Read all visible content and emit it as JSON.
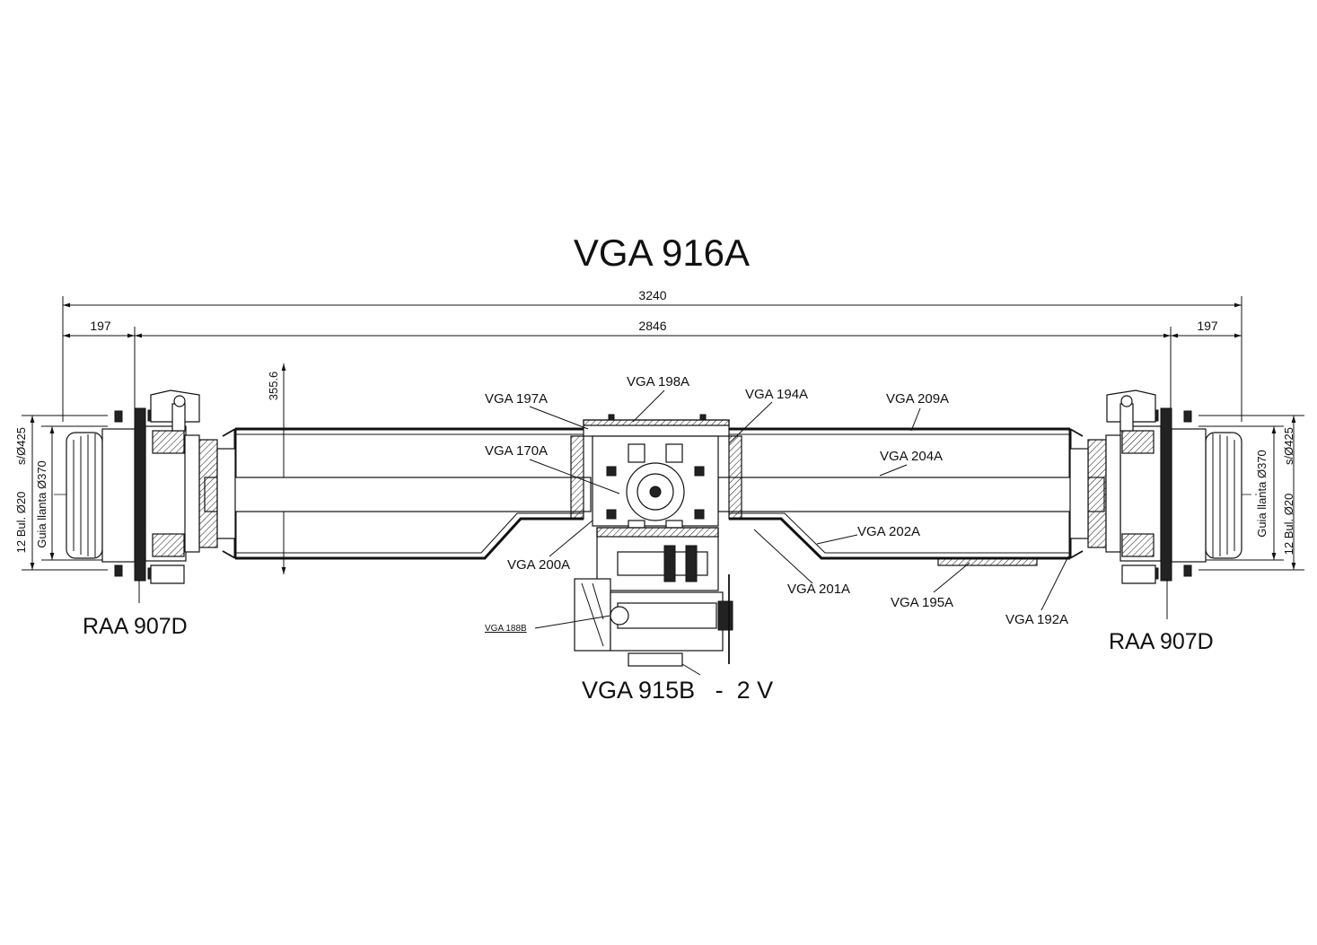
{
  "title": "VGA 916A",
  "subtitle": "VGA 915B   -  2 V",
  "dimensions": {
    "overall": "3240",
    "track": "2846",
    "left_offset": "197",
    "right_offset": "197",
    "height": "355.6",
    "left_vertical": [
      "12 Bul. Ø20",
      "Guia llanta Ø370",
      "s/Ø425"
    ],
    "right_vertical": [
      "Guia llanta Ø370",
      "s/Ø425",
      "12 Bul. Ø20"
    ]
  },
  "hub_labels": {
    "left": "RAA 907D",
    "right": "RAA 907D"
  },
  "parts": {
    "p197": "VGA 197A",
    "p198": "VGA 198A",
    "p194": "VGA 194A",
    "p209": "VGA 209A",
    "p170": "VGA 170A",
    "p204": "VGA 204A",
    "p202": "VGA 202A",
    "p200": "VGA 200A",
    "p201": "VGA 201A",
    "p195": "VGA 195A",
    "p192": "VGA 192A",
    "p188": "VGA 188B"
  }
}
